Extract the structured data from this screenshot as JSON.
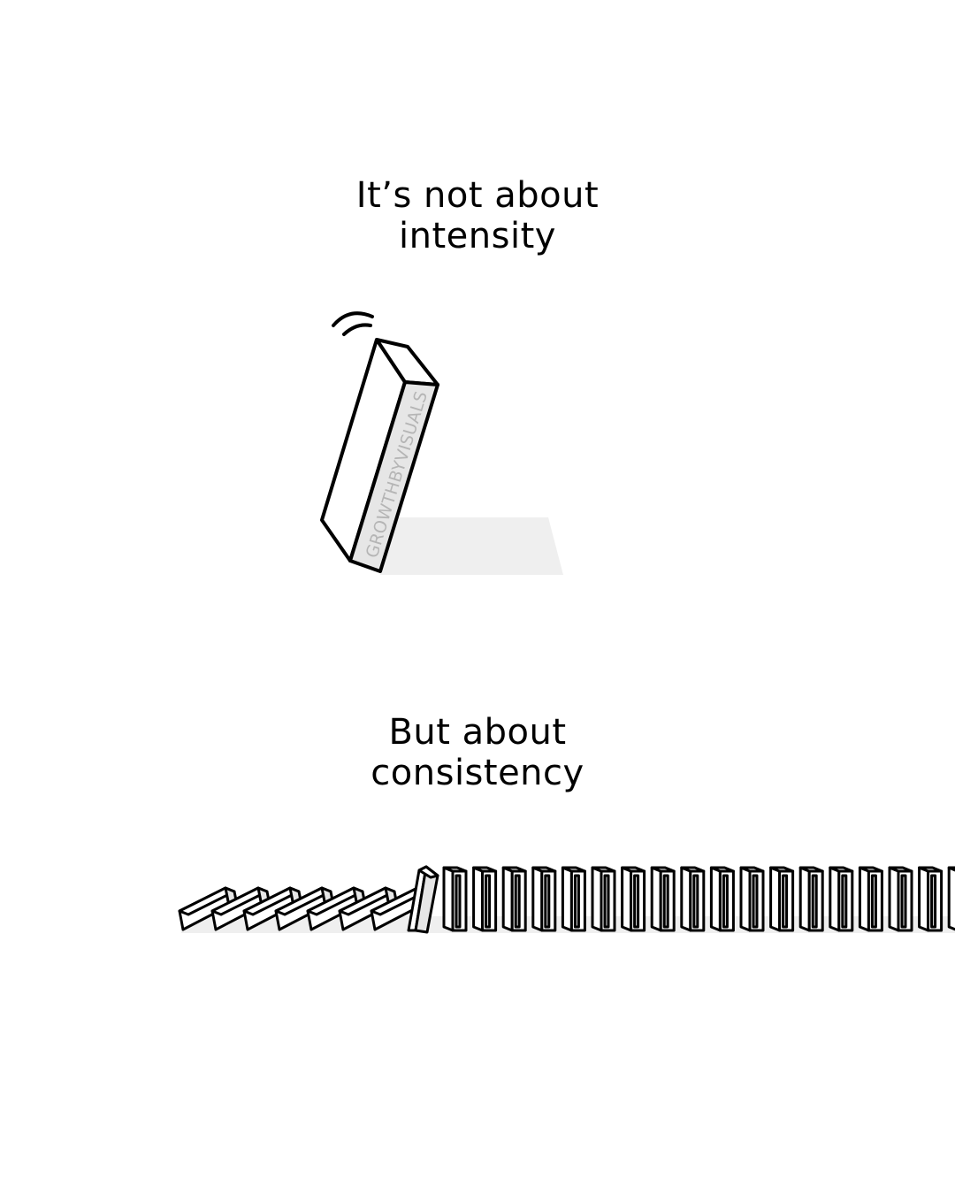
{
  "panels": {
    "top": {
      "lines": [
        "It’s not about",
        "intensity"
      ],
      "domino_watermark": "GROWTHBYVISUALS"
    },
    "bottom": {
      "lines": [
        "But about",
        "consistency"
      ]
    }
  },
  "colors": {
    "background": "#ffffff",
    "ink": "#000000",
    "shadow": "#efefef",
    "domino_side": "#e6e6e6",
    "watermark": "#b5b5b5"
  },
  "illustrations": {
    "top": "single tilted domino",
    "bottom": "row of falling dominoes"
  }
}
